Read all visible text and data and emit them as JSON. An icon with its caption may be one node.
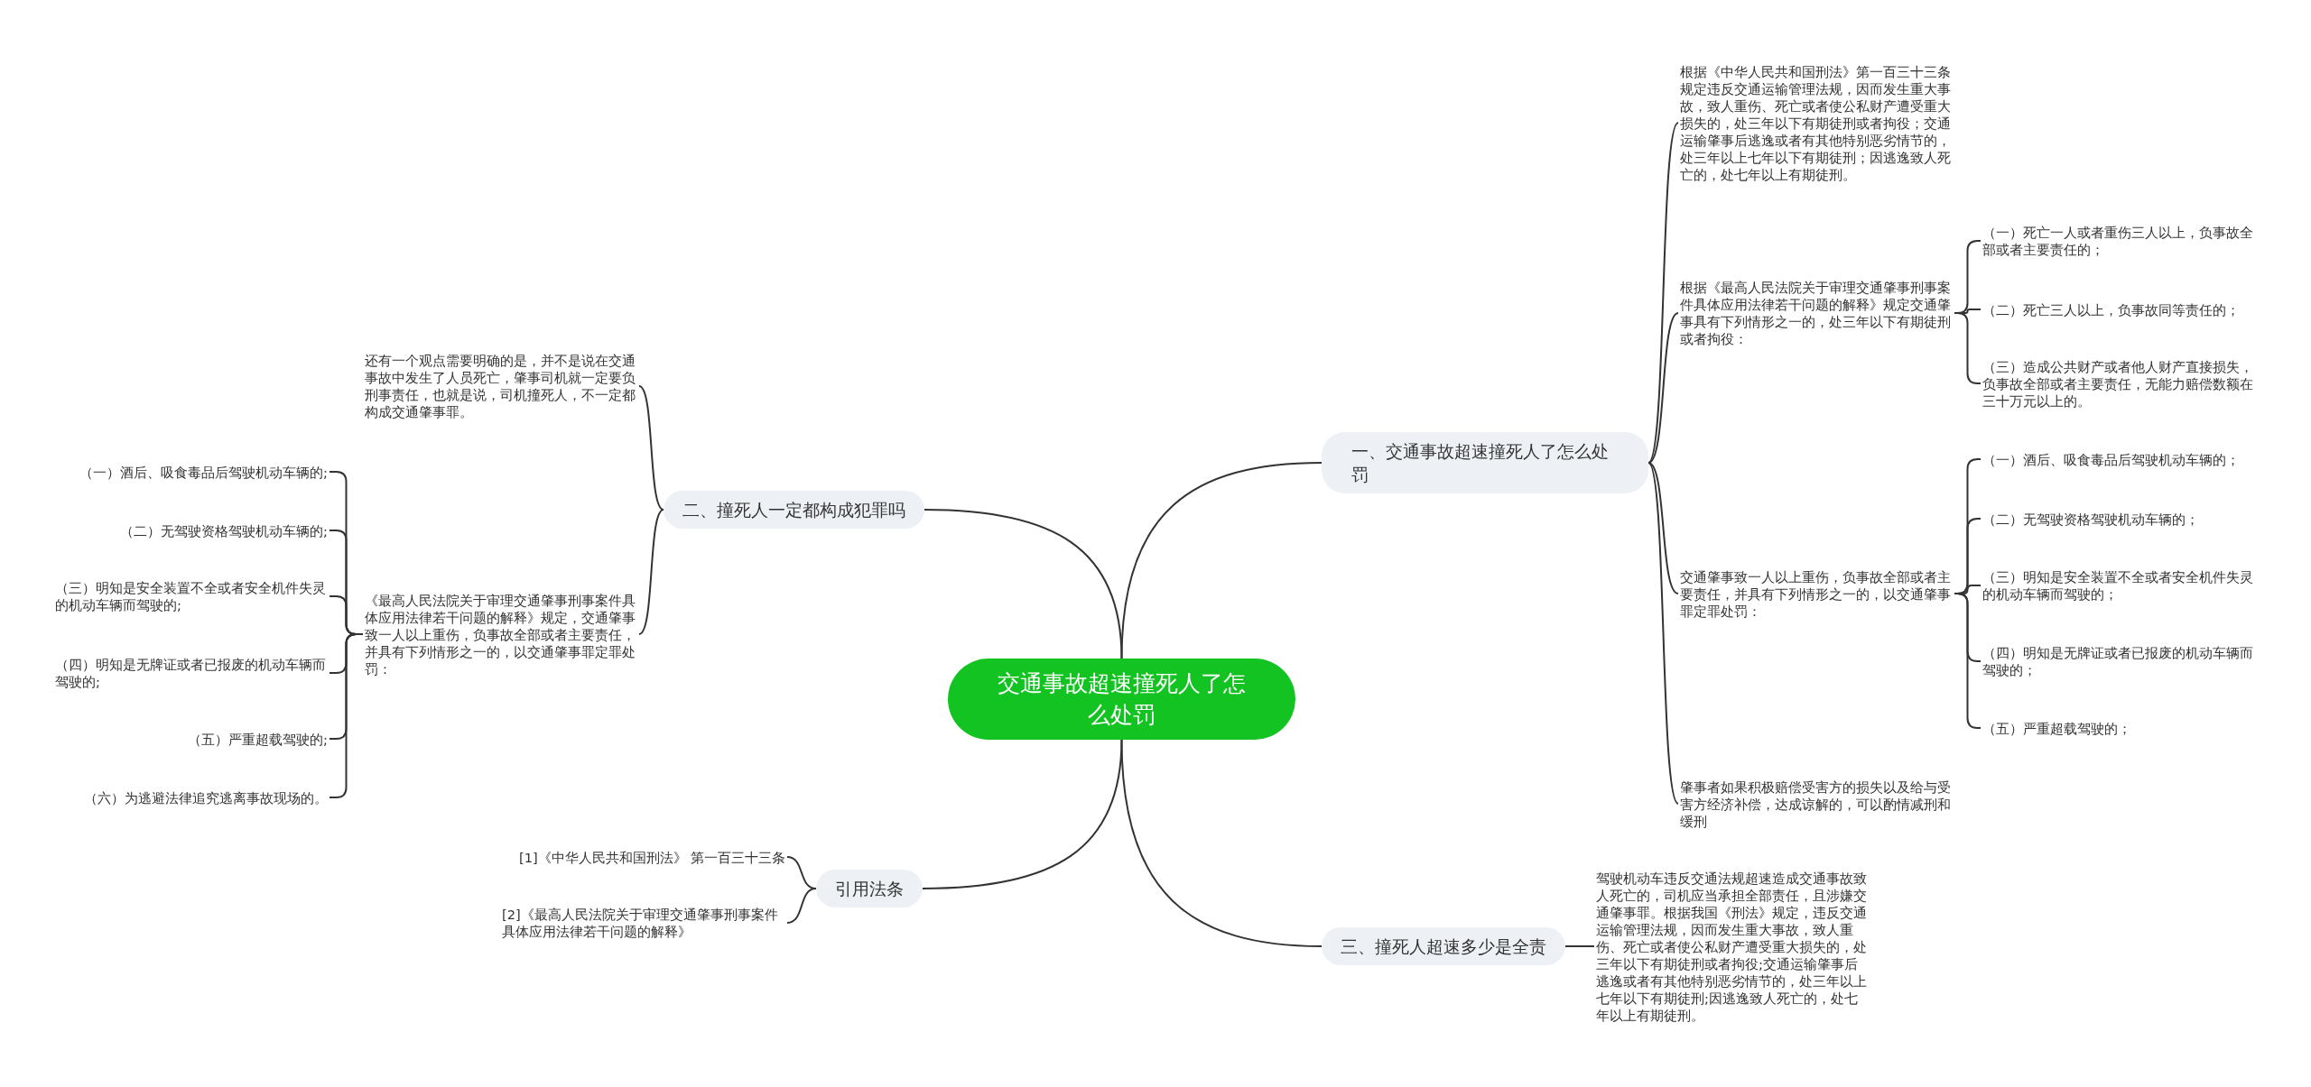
{
  "diagram": {
    "nodes": [
      {
        "text": [
          "交通事故超速撞死人了怎么处罚"
        ]
      },
      {
        "text": [
          "一、交通事故超速撞死人了怎么处罚"
        ]
      },
      {
        "text": [
          "根据《中华人民共和国刑法》第一百三十三条规定违反交通运输管理法规，因而发生重大事故，致人重伤、死亡或者使公私财产遭受重大损失的，处三年以下有期徒刑或者拘役；交通运输肇事后逃逸或者有其他特别恶劣情节的，处三年以上七年以下有期徒刑；因逃逸致人死亡的，处七年以上有期徒刑。"
        ]
      },
      {
        "text": [
          "根据《最高人民法院关于审理交通肇事刑事案件具体应用法律若干问题的解释》规定交通肇事具有下列情形之一的，处三年以下有期徒刑或者拘役："
        ]
      },
      {
        "text": [
          "（一）死亡一人或者重伤三人以上，负事故全部或者主要责任的；"
        ]
      },
      {
        "text": [
          "（二）死亡三人以上，负事故同等责任的；"
        ]
      },
      {
        "text": [
          "（三）造成公共财产或者他人财产直接损失，负事故全部或者主要责任，无能力赔偿数额在三十万元以上的。"
        ]
      },
      {
        "text": [
          "交通肇事致一人以上重伤，负事故全部或者主要责任，并具有下列情形之一的，以交通肇事罪定罪处罚："
        ]
      },
      {
        "text": [
          "（一）酒后、吸食毒品后驾驶机动车辆的；"
        ]
      },
      {
        "text": [
          "（二）无驾驶资格驾驶机动车辆的；"
        ]
      },
      {
        "text": [
          "（三）明知是安全装置不全或者安全机件失灵的机动车辆而驾驶的；"
        ]
      },
      {
        "text": [
          "（四）明知是无牌证或者已报废的机动车辆而驾驶的；"
        ]
      },
      {
        "text": [
          "（五）严重超载驾驶的；"
        ]
      },
      {
        "text": [
          "肇事者如果积极赔偿受害方的损失以及给与受害方经济补偿，达成谅解的，可以酌情减刑和缓刑"
        ]
      },
      {
        "text": [
          "二、撞死人一定都构成犯罪吗"
        ]
      },
      {
        "text": [
          "还有一个观点需要明确的是，并不是说在交通事故中发生了人员死亡，肇事司机就一定要负刑事责任，也就是说，司机撞死人，不一定都构成交通肇事罪。"
        ]
      },
      {
        "text": [
          "《最高人民法院关于审理交通肇事刑事案件具体应用法律若干问题的解释》规定，交通肇事致一人以上重伤，负事故全部或者主要责任，并具有下列情形之一的，以交通肇事罪定罪处罚："
        ]
      },
      {
        "text": [
          "（一）酒后、吸食毒品后驾驶机动车辆的;"
        ]
      },
      {
        "text": [
          "（二）无驾驶资格驾驶机动车辆的;"
        ]
      },
      {
        "text": [
          "（三）明知是安全装置不全或者安全机件失灵的机动车辆而驾驶的;"
        ]
      },
      {
        "text": [
          "（四）明知是无牌证或者已报废的机动车辆而驾驶的;"
        ]
      },
      {
        "text": [
          "（五）严重超载驾驶的;"
        ]
      },
      {
        "text": [
          "（六）为逃避法律追究逃离事故现场的。"
        ]
      },
      {
        "text": [
          "引用法条"
        ]
      },
      {
        "text": [
          "[1]《中华人民共和国刑法》 第一百三十三条"
        ]
      },
      {
        "text": [
          "[2]《最高人民法院关于审理交通肇事刑事案件具体应用法律若干问题的解释》"
        ]
      },
      {
        "text": [
          "三、撞死人超速多少是全责"
        ]
      },
      {
        "text": [
          "驾驶机动车违反交通法规超速造成交通事故致人死亡的，司机应当承担全部责任，且涉嫌交通肇事罪。根据我国《刑法》规定，违反交通运输管理法规，因而发生重大事故，致人重伤、死亡或者使公私财产遭受重大损失的，处三年以下有期徒刑或者拘役;交通运输肇事后逃逸或者有其他特别恶劣情节的，处三年以上七年以下有期徒刑;因逃逸致人死亡的，处七年以上有期徒刑。"
        ]
      }
    ],
    "edges": [
      {
        "from": 0,
        "to": 1,
        "arrow": "none"
      },
      {
        "from": 1,
        "to": 2,
        "arrow": "none"
      },
      {
        "from": 1,
        "to": 3,
        "arrow": "none"
      },
      {
        "from": 3,
        "to": 4,
        "arrow": "none"
      },
      {
        "from": 3,
        "to": 5,
        "arrow": "none"
      },
      {
        "from": 3,
        "to": 6,
        "arrow": "none"
      },
      {
        "from": 1,
        "to": 7,
        "arrow": "none"
      },
      {
        "from": 7,
        "to": 8,
        "arrow": "none"
      },
      {
        "from": 7,
        "to": 9,
        "arrow": "none"
      },
      {
        "from": 7,
        "to": 10,
        "arrow": "none"
      },
      {
        "from": 7,
        "to": 11,
        "arrow": "none"
      },
      {
        "from": 7,
        "to": 12,
        "arrow": "none"
      },
      {
        "from": 1,
        "to": 13,
        "arrow": "none"
      },
      {
        "from": 0,
        "to": 14,
        "arrow": "none"
      },
      {
        "from": 14,
        "to": 15,
        "arrow": "none"
      },
      {
        "from": 14,
        "to": 16,
        "arrow": "none"
      },
      {
        "from": 16,
        "to": 17,
        "arrow": "none"
      },
      {
        "from": 16,
        "to": 18,
        "arrow": "none"
      },
      {
        "from": 16,
        "to": 19,
        "arrow": "none"
      },
      {
        "from": 16,
        "to": 20,
        "arrow": "none"
      },
      {
        "from": 16,
        "to": 21,
        "arrow": "none"
      },
      {
        "from": 16,
        "to": 22,
        "arrow": "none"
      },
      {
        "from": 0,
        "to": 23,
        "arrow": "none"
      },
      {
        "from": 23,
        "to": 24,
        "arrow": "none"
      },
      {
        "from": 23,
        "to": 25,
        "arrow": "none"
      },
      {
        "from": 0,
        "to": 26,
        "arrow": "none"
      },
      {
        "from": 26,
        "to": 27,
        "arrow": "none"
      }
    ]
  }
}
